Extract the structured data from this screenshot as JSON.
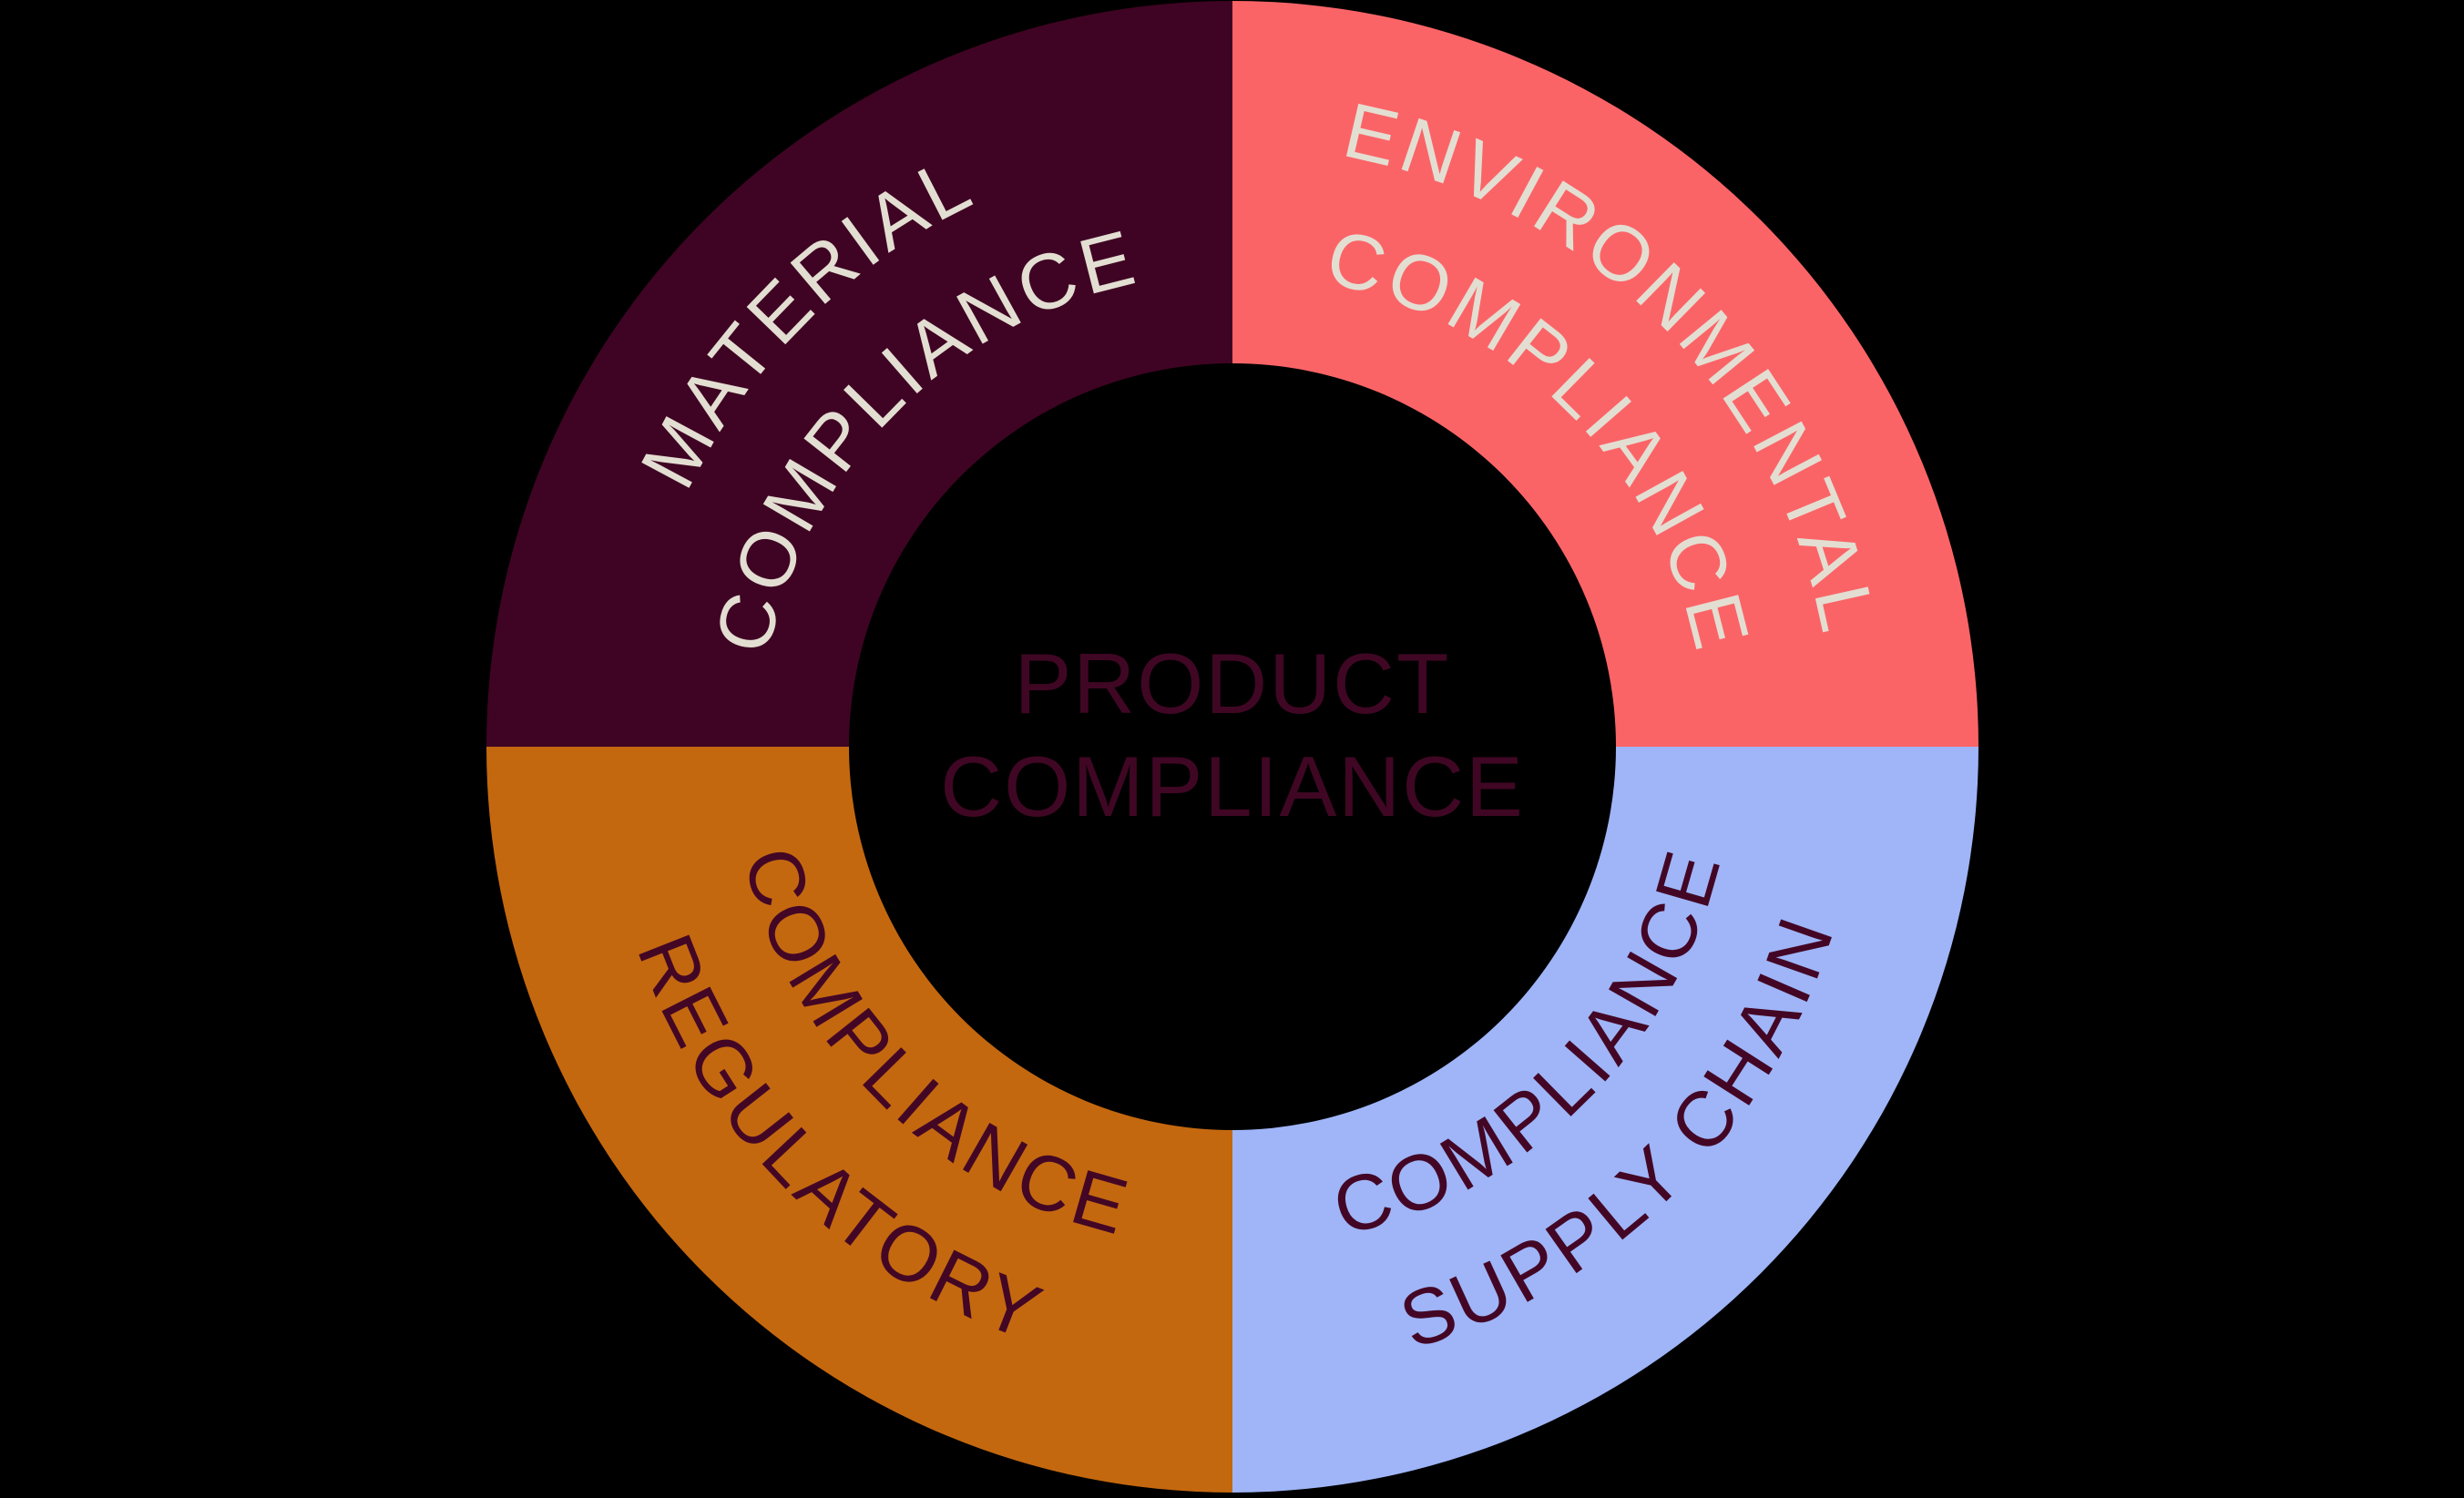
{
  "diagram": {
    "type": "donut-quadrant-diagram",
    "background": "#000000",
    "center": {
      "line1": "PRODUCT",
      "line2": "COMPLIANCE",
      "text_color": "#400724"
    },
    "segments": [
      {
        "id": "material-compliance",
        "position": "top-left",
        "label_line1": "MATERIAL",
        "label_line2": "COMPLIANCE",
        "color": "#3F0423",
        "text_color": "#E3DED2"
      },
      {
        "id": "environmental-compliance",
        "position": "top-right",
        "label_line1": "ENVIRONMENTAL",
        "label_line2": "COMPLIANCE",
        "color": "#FB6467",
        "text_color": "#E3DED2"
      },
      {
        "id": "supply-chain-compliance",
        "position": "bottom-right",
        "label_line1": "SUPPLY CHAIN",
        "label_line2": "COMPLIANCE",
        "color": "#9FB5F8",
        "text_color": "#430725"
      },
      {
        "id": "regulatory-compliance",
        "position": "bottom-left",
        "label_line1": "REGULATORY",
        "label_line2": "COMPLIANCE",
        "color": "#C4680F",
        "text_color": "#430725"
      }
    ]
  }
}
